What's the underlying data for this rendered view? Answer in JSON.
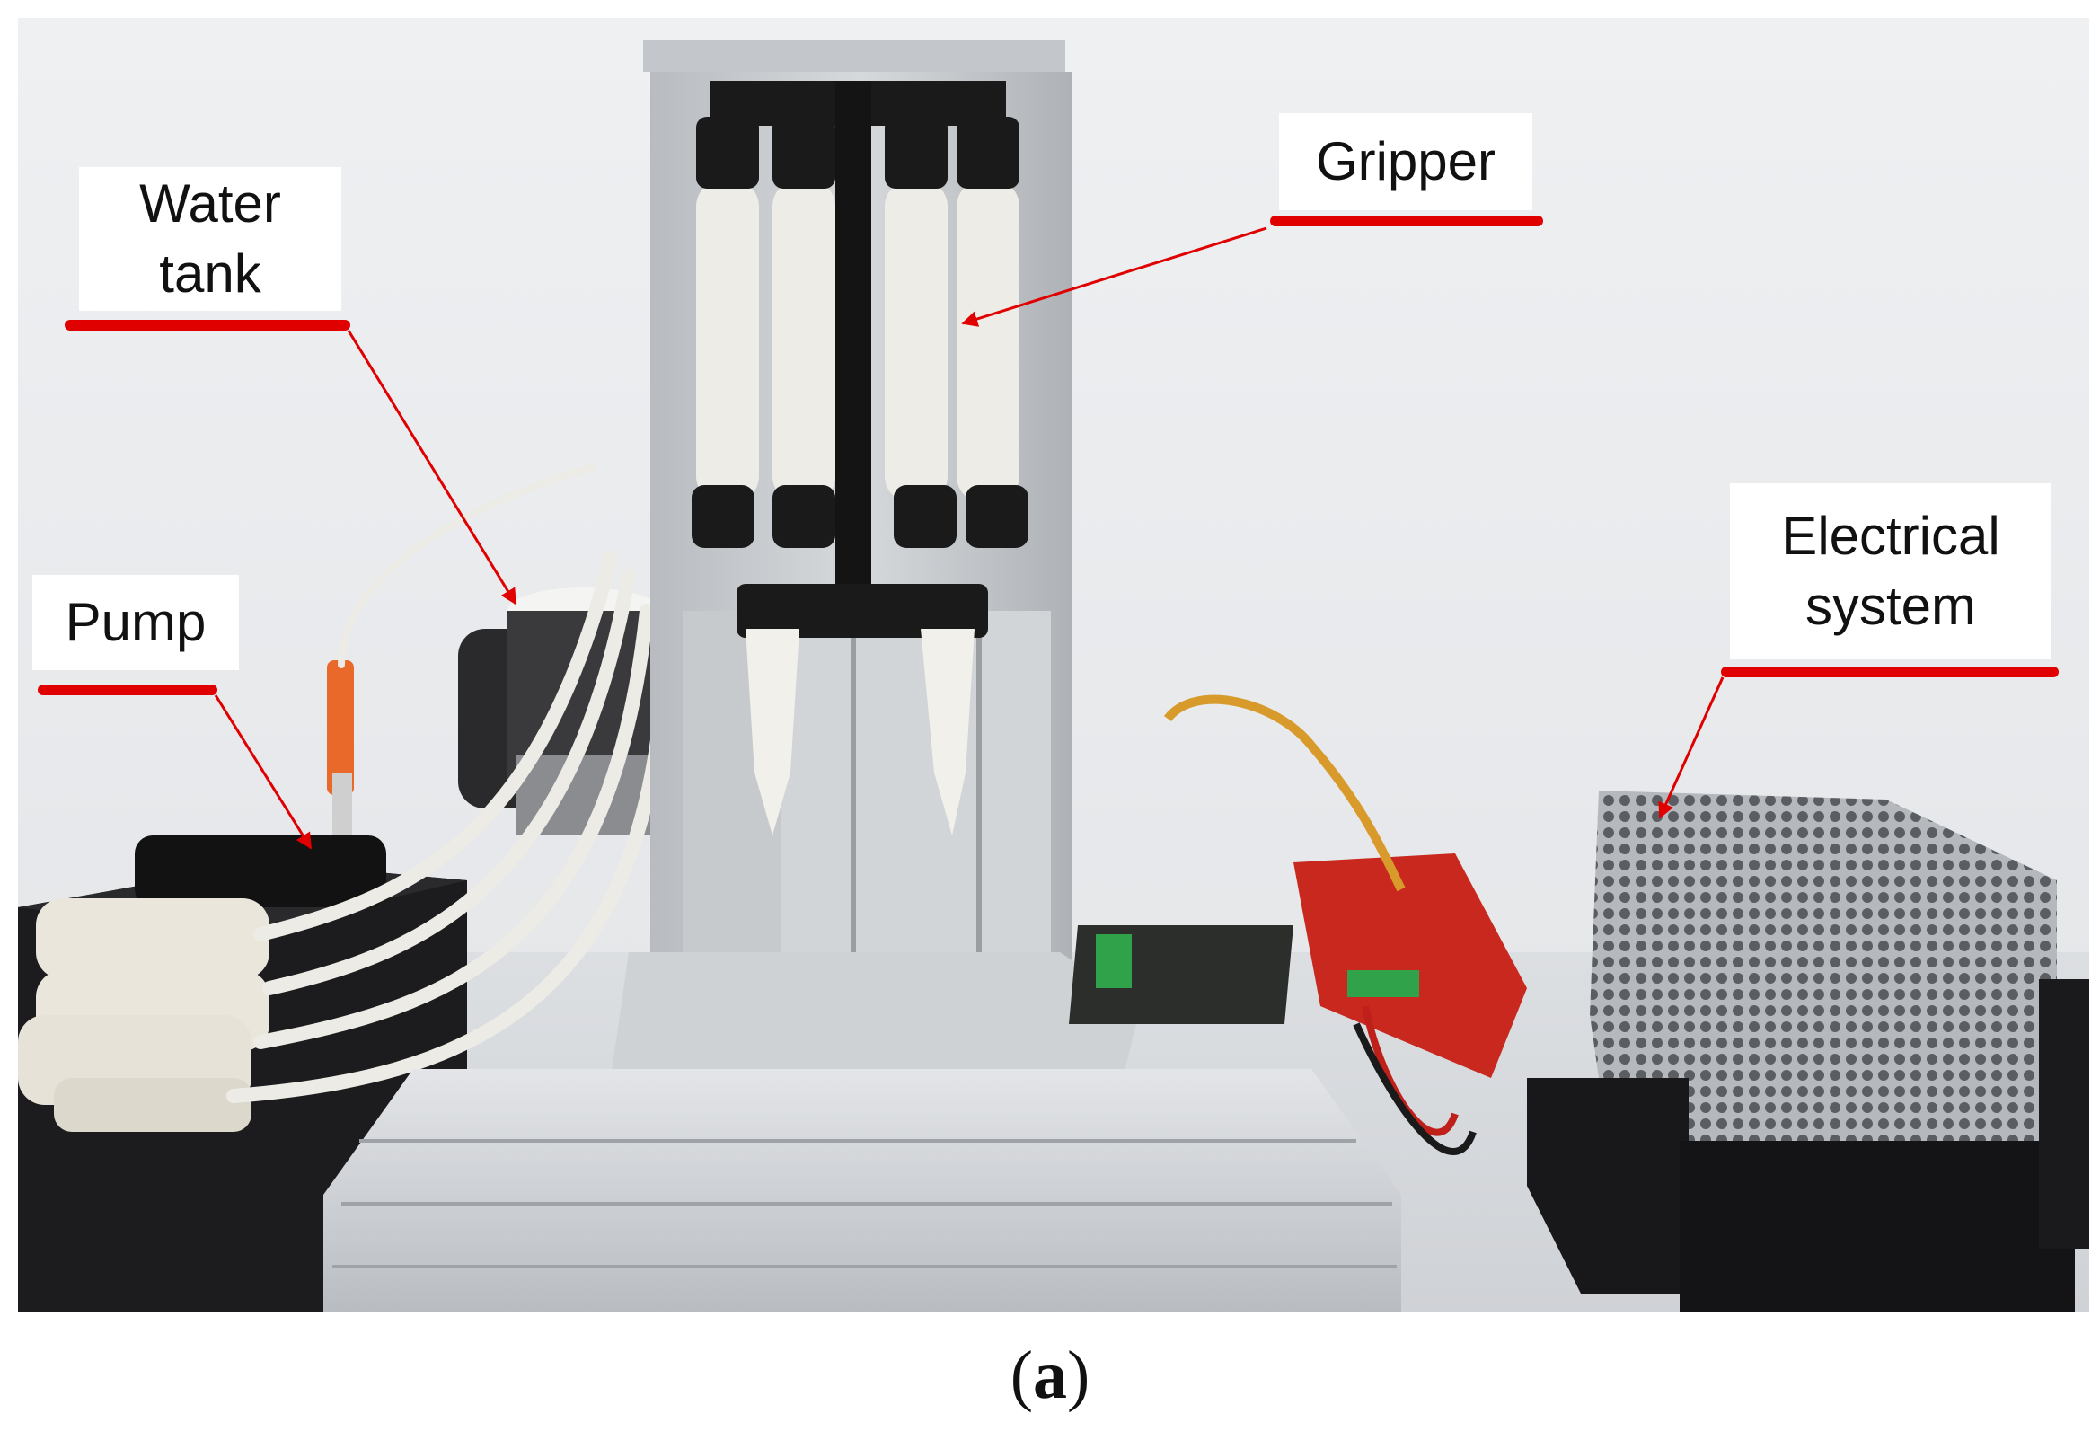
{
  "figure": {
    "labels": {
      "water_tank": "Water\ntank",
      "gripper": "Gripper",
      "pump": "Pump",
      "electrical_system": "Electrical\nsystem"
    },
    "caption": {
      "open": "(",
      "letter": "a",
      "close": ")"
    },
    "colors": {
      "underline": "#e00000",
      "arrow": "#e00000",
      "wall": "#e8e8ea",
      "aluminum": "#c9ccd0",
      "silicone": "#eceae4",
      "black_parts": "#1a1a1a",
      "pcb_red": "#c8281e"
    }
  }
}
